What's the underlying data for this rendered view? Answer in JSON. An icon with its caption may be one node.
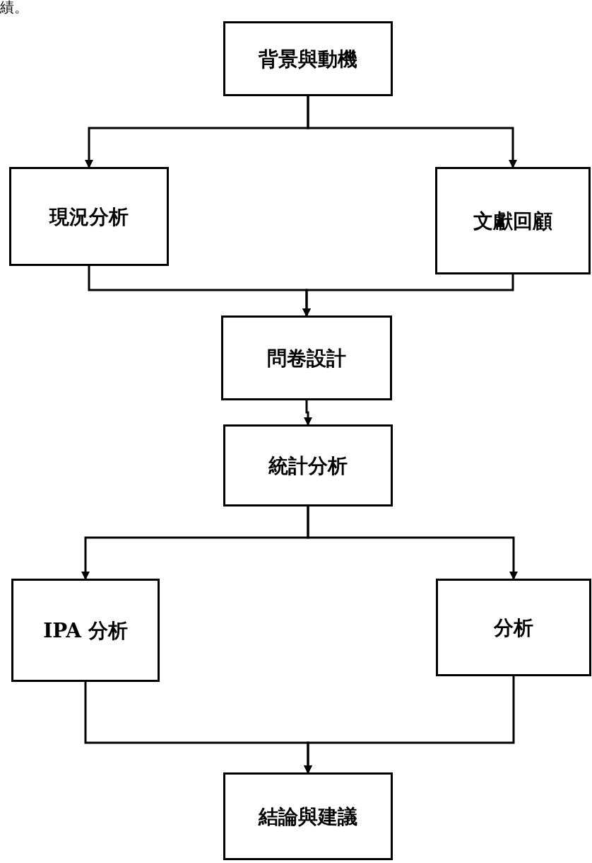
{
  "diagram": {
    "nodes": [
      {
        "text": [
          "背景與動機"
        ]
      },
      {
        "text": [
          "現況分析"
        ]
      },
      {
        "text": [
          "文獻回顧"
        ]
      },
      {
        "text": [
          "問卷設計"
        ]
      },
      {
        "text": [
          "統計分析"
        ]
      },
      {
        "text": [
          "IPA 分析"
        ]
      },
      {
        "text": [
          "分析"
        ]
      },
      {
        "text": [
          "結論與建議"
        ]
      }
    ],
    "edges": [
      {
        "from": 0,
        "to": 1,
        "arrow": "to"
      },
      {
        "from": 0,
        "to": 2,
        "arrow": "to"
      },
      {
        "from": 1,
        "to": 3,
        "arrow": "to"
      },
      {
        "from": 2,
        "to": 3,
        "arrow": "to"
      },
      {
        "from": 3,
        "to": 4,
        "arrow": "to"
      },
      {
        "from": 4,
        "to": 5,
        "arrow": "to"
      },
      {
        "from": 4,
        "to": 6,
        "arrow": "to"
      },
      {
        "from": 5,
        "to": 7,
        "arrow": "to"
      },
      {
        "from": 6,
        "to": 7,
        "arrow": "to"
      }
    ],
    "labels": [
      "績。"
    ]
  }
}
